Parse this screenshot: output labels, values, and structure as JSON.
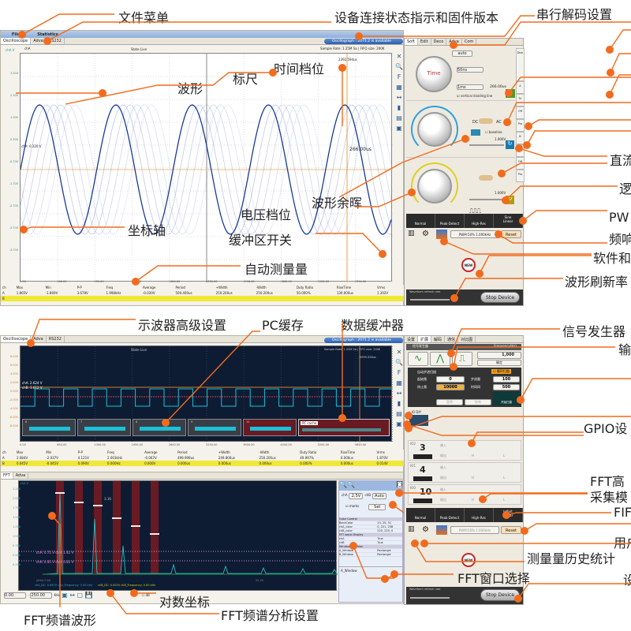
{
  "colors": {
    "accent": "#f26b1d",
    "chA": "#0fc7c9",
    "chB": "#e1e100",
    "plot_bg": "#0d1a33",
    "menubar": "#9db8e0"
  },
  "annotations": {
    "file_menu": "文件菜单",
    "device_status": "设备连接状态指示和固件版本",
    "serial_decode": "串行解码设置",
    "time_base": "时间档位",
    "ruler": "标尺",
    "waveform": "波形",
    "persistence": "波形余晖",
    "voltage": "电压档位",
    "axis": "坐标轴",
    "buffer_switch": "缓冲区开关",
    "auto_measure": "自动测量量",
    "dc": "直流",
    "logic": "逻",
    "pwm": "PW",
    "freq_resp": "频响",
    "software": "软件和",
    "refresh_rate": "波形刷新率",
    "advanced": "示波器高级设置",
    "pc_cache": "PC缓存",
    "data_buffer": "数据缓冲器",
    "siggen": "信号发生器",
    "output": "输",
    "gpio": "GPIO设",
    "fft_high": "FFT高",
    "acq_mode": "采集模",
    "fifo": "FIF",
    "user": "用户",
    "history": "测量量历史统计",
    "fft_window": "FFT窗口选择",
    "settings": "设",
    "log_axis": "对数坐标",
    "fft_wave": "FFT频谱波形",
    "fft_setup": "FFT频谱分析设置"
  },
  "top": {
    "menu": [
      "File",
      "Statistics"
    ],
    "tabs": [
      "Oscilloscope",
      "Adva",
      "RS232"
    ],
    "status": "Oscillograph : 2071.2 is available",
    "title": "State Live",
    "ch_label": "chA",
    "y_unit": "chA V",
    "sample": "Sample Rate: 1.25M Sa  | FIFO size: 200K",
    "cursor": "2392.594us",
    "marker": "266.00us",
    "chA_level": "chA: 0.320 V",
    "y_ticks": [
      "3.300",
      "2.300",
      "1.300",
      "0.300",
      "-0.700",
      "-1.700",
      "-2.700",
      "-3.700",
      "-4.700"
    ],
    "x_ticks": [
      "0.00",
      "266.00",
      "532.00",
      "798.00",
      "1064.00",
      "1330.00",
      "1596.00",
      "1862.00",
      "2128.00",
      "2394.00"
    ],
    "meas_headers": [
      "ch",
      "Max",
      "Min",
      "P-P",
      "Freq",
      "Average",
      "Period",
      "+Width",
      "-Width",
      "Duty Ratio",
      "RiseTime",
      "Vrms"
    ],
    "meas_rows": [
      [
        "A",
        "1.865V",
        "-1.869V",
        "3.678V",
        "1.998kHz",
        "-0.030V",
        "500.400us",
        "250.200us",
        "250.200us",
        "50.000%",
        "130.000us",
        "1.302V"
      ],
      [
        "B",
        "",
        "",
        "",
        "",
        "",
        "",
        "",
        "",
        "",
        "",
        ""
      ]
    ]
  },
  "panel": {
    "tabs": [
      "Soft",
      "Edit",
      "Deco",
      "Adva",
      "Com"
    ],
    "auto": "auto",
    "knob_label": "Time",
    "time_div": "50ns",
    "sub_div": "1ms",
    "time_val": "266.00us",
    "vertical_line": "vertical dividing line",
    "side_tabs": [
      "Disk",
      "A",
      "Tri",
      "Off",
      "Pro",
      "B",
      "Lgc",
      "Off",
      "Pro"
    ],
    "dc": "DC",
    "ac": "AC",
    "baseline": "baseline",
    "volt_a": "1.000V",
    "volt_b": "1.000V",
    "modes": [
      "Normal",
      "Peak-Detect",
      "High-Res"
    ],
    "sine": "Sine",
    "linear": "Linear",
    "pwm": "PWM:50% 1.000kHz",
    "reset": "Reset",
    "new": "NEW",
    "refresh": "Waveform refresh rate",
    "stop": "Stop Device"
  },
  "bottom": {
    "tabs": [
      "Oscilloscope",
      "Adva",
      "RS232"
    ],
    "status": "Oscillograph : 2071.2 is available",
    "title": "State Live",
    "sample": "Sample Rate: 1.25M Sa  | FIFO size: 200K",
    "cursor": "5999.556us",
    "chA_level": "chA: 2.624 V",
    "chB_level": "chB: 1.012 V",
    "y_ticks": [
      "8.000",
      "6.000",
      "4.000",
      "2.000",
      "0.000",
      "-2.000",
      "-4.000",
      "-6.000",
      "-8.000"
    ],
    "x_ticks": [
      "0.00",
      "650.00",
      "1300.00",
      "1950.00",
      "2600.00",
      "3250.00",
      "3900.00",
      "4550.00",
      "5200.00",
      "5850.00"
    ],
    "buffers": [
      "6",
      "7",
      "8",
      "9",
      "10"
    ],
    "pc_cache": "PC cache",
    "meas_headers": [
      "ch",
      "Max",
      "Min",
      "P-P",
      "Freq",
      "Average",
      "Period",
      "+Width",
      "-Width",
      "Duty Ratio",
      "RiseTime",
      "Vrms"
    ],
    "meas_rows": [
      [
        "A",
        "2.084V",
        "-2.037V",
        "4.121V",
        "2.003kHz",
        "-0.067V",
        "499.999us",
        "249.800us",
        "250.200us",
        "49.997%",
        "0.000us",
        "1.870V"
      ],
      [
        "B",
        "0.045V",
        "-0.045V",
        "0.090V",
        "0.000Hz",
        "0.000V",
        "0.000us",
        "0.000us",
        "0.000us",
        "0.000%",
        "0.000us",
        "0.014V"
      ]
    ]
  },
  "fft": {
    "tabs": [
      "FFT",
      "Adva"
    ],
    "y_unit": "chA V",
    "y_ticks": [
      "2.250",
      "2.000",
      "1.750",
      "1.500",
      "1.250",
      "1.000",
      "0.750",
      "0.500",
      "0.250"
    ],
    "peaks": [
      "1",
      "2",
      "3",
      "4",
      "5",
      "6"
    ],
    "peak_note": "3.16",
    "cursorA": "chA: 0.75 V    chB: 1.42 V",
    "cursorB": "chA: 0.45 V    chB: 0.85 V",
    "x_label": "(kHz) 0.00",
    "x_mid": "31.25",
    "info_a": "chA_DC: 0.067V  chA_Frequency: 2.00 kHz",
    "info_b": "chB_DC: 0.002V  chB_Frequency: 0.00 kHz",
    "range_from": "0.00",
    "range_to": "250.00",
    "unit": "KHz",
    "db": "dB",
    "chA_sel": "chA",
    "chA_val": "2.5V",
    "chB_sel": "chB",
    "chB_val": "Auto",
    "marks": "marks",
    "set": "Set",
    "props": [
      [
        "Color Control",
        ""
      ],
      [
        "BackColor",
        "13, 25, 51"
      ],
      [
        "chA_color",
        "0, 221, 238"
      ],
      [
        "chB_color",
        "225, 225, 0"
      ],
      [
        "FFT wave Display",
        ""
      ],
      [
        "chA",
        "True"
      ],
      [
        "chB",
        "True"
      ],
      [
        "Windows Position",
        ""
      ],
      [
        "A_Window",
        "Rectangle"
      ],
      [
        "B_Window",
        "Rectangle"
      ]
    ],
    "window_title": "A_Window"
  },
  "gen": {
    "tabs": [
      "设置",
      "扩展",
      "解码",
      "通信",
      "对比图"
    ],
    "title": "信号发生器",
    "freq_label": "Frequency(Hz)",
    "freq": "1,000",
    "confirm": "确定",
    "sweep": "自动步进扫描",
    "loop": "循环扫描",
    "start_l": "起始频",
    "start": "0",
    "end_l": "终止频",
    "end": "10000",
    "step_l": "步进量",
    "step": "100",
    "time_l": "时间间",
    "time": "500",
    "pause": "暂停",
    "stop": "结束",
    "begin": "开始扫描",
    "io_dir": "IO DIY",
    "io": [
      {
        "name": "IO2",
        "num": "3"
      },
      {
        "name": "IO1",
        "num": "4"
      },
      {
        "name": "IO0",
        "num": "10"
      }
    ],
    "in": "输入",
    "out": "输出",
    "h": "H",
    "l": "L"
  },
  "panel2": {
    "modes": [
      "Normal",
      "Peak-Detect",
      "High-Res"
    ],
    "fifo": "Infinit",
    "linear": "Linear",
    "pwm": "PWM:50% 1.000kHz",
    "reset": "Reset",
    "new": "NEW",
    "refresh": "Waveform refresh rate",
    "stop": "Stop Device"
  }
}
